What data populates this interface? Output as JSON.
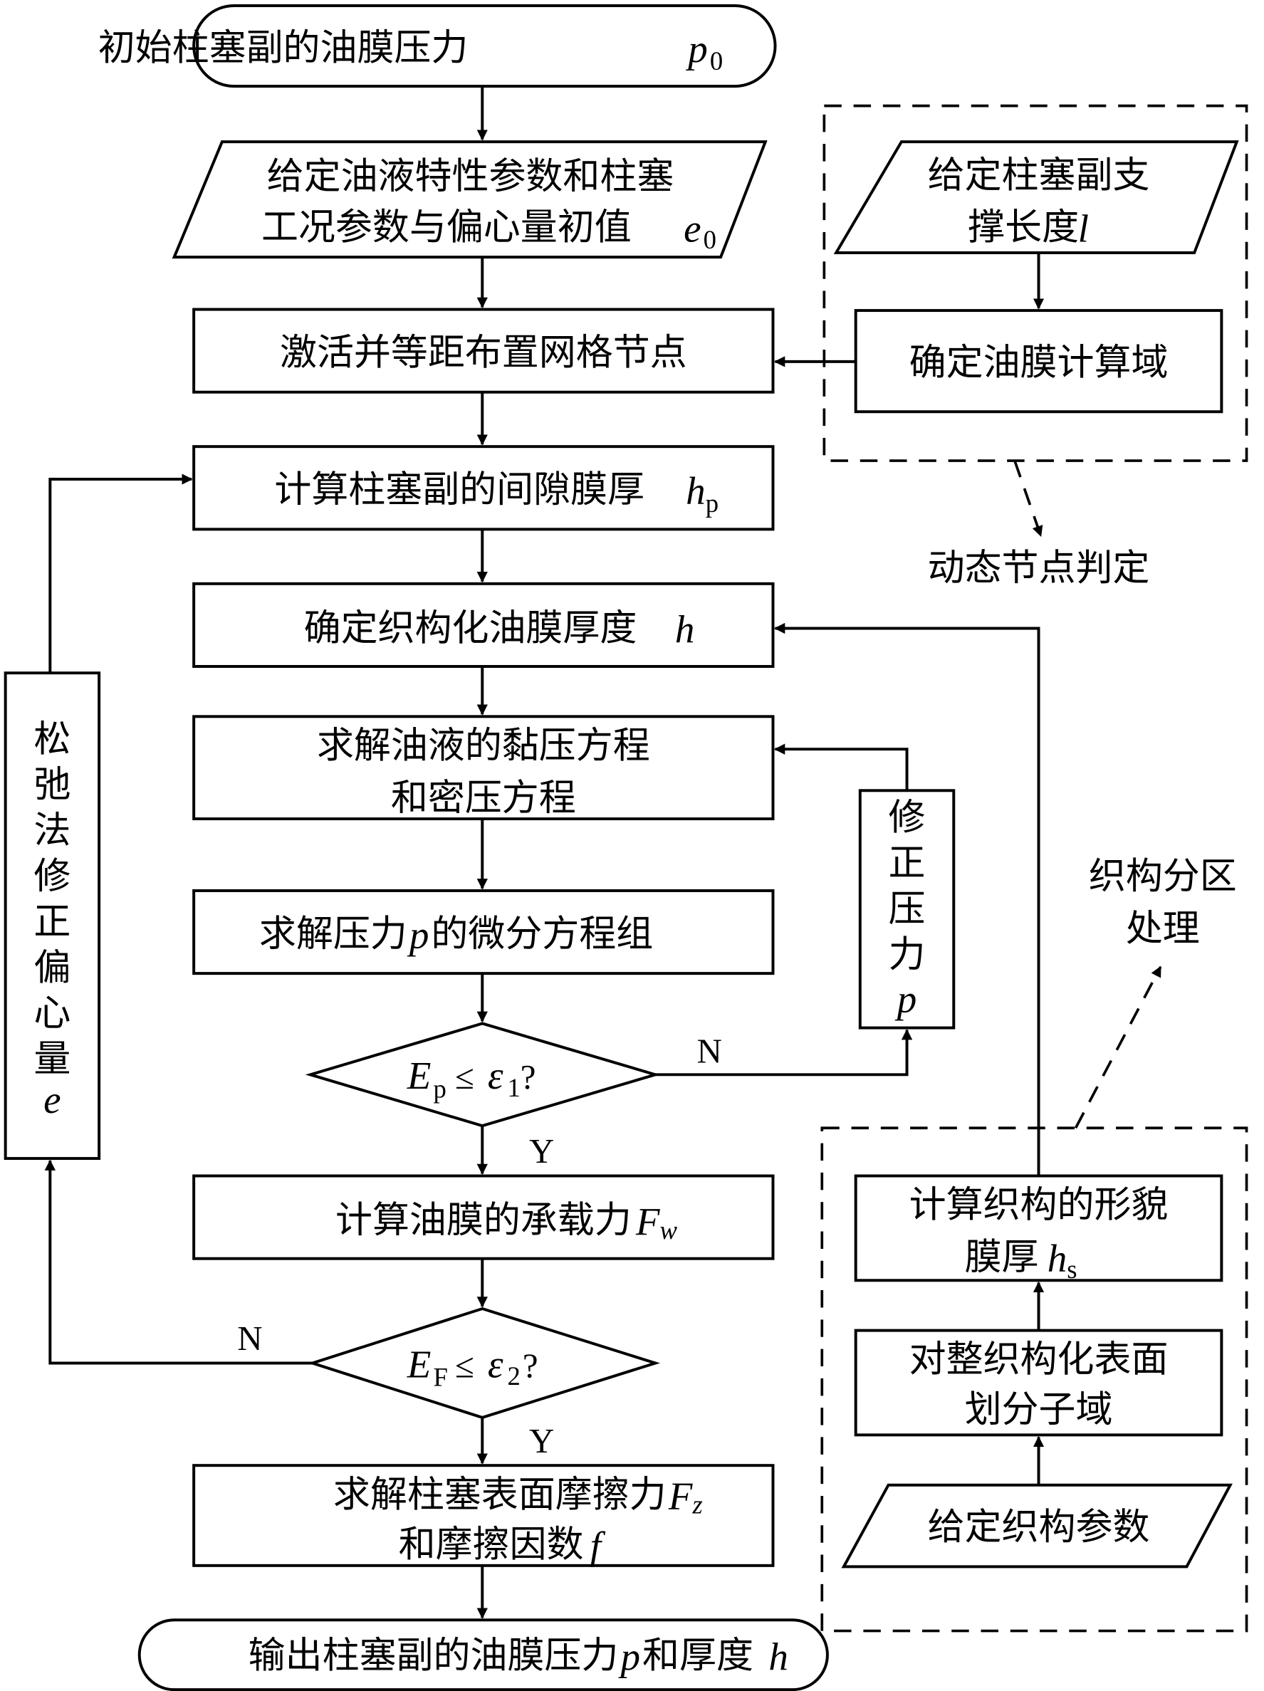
{
  "title": "柱塞副油膜压力计算流程图",
  "nodes": {
    "start": {
      "text": "初始柱塞副的油膜压力",
      "var": "p",
      "sub": "0"
    },
    "input_params": {
      "line1": "给定油液特性参数和柱塞",
      "line2": "工况参数与偏心量初值",
      "var": "e",
      "sub": "0"
    },
    "grid": {
      "text": "激活并等距布置网格节点"
    },
    "gap_thickness": {
      "text": "计算柱塞副的间隙膜厚",
      "var": "h",
      "sub": "p"
    },
    "textured_thickness": {
      "text": "确定织构化油膜厚度",
      "var": "h"
    },
    "viscosity": {
      "line1": "求解油液的黏压方程",
      "line2": "和密压方程"
    },
    "pressure_eq": {
      "pre": "求解压力",
      "var": "p",
      "post": "的微分方程组"
    },
    "decision1": {
      "var": "E",
      "sub": "p",
      "op": "≤",
      "eps": "ε",
      "eps_sub": "1",
      "q": "?"
    },
    "load": {
      "text": "计算油膜的承载力",
      "var": "F",
      "sub": "w"
    },
    "decision2": {
      "var": "E",
      "sub": "F",
      "op": "≤",
      "eps": "ε",
      "eps_sub": "2",
      "q": "?"
    },
    "friction": {
      "line1": "求解柱塞表面摩擦力",
      "var1": "F",
      "sub1": "z",
      "line2": "和摩擦因数",
      "var2": "f"
    },
    "end": {
      "pre": "输出柱塞副的油膜压力",
      "var1": "p",
      "mid": "和厚度",
      "var2": "h"
    },
    "correct_pressure": {
      "chars": [
        "修",
        "正",
        "压",
        "力"
      ],
      "var": "p"
    },
    "relax": {
      "chars": [
        "松",
        "弛",
        "法",
        "修",
        "正",
        "偏",
        "心",
        "量"
      ],
      "var": "e"
    },
    "support_length": {
      "line1": "给定柱塞副支",
      "line2": "撑长度",
      "var": "l"
    },
    "compute_domain": {
      "text": "确定油膜计算域"
    },
    "texture_thickness": {
      "line1": "计算织构的形貌",
      "line2": "膜厚",
      "var": "h",
      "sub": "s"
    },
    "subdomain": {
      "line1": "对整织构化表面",
      "line2": "划分子域"
    },
    "texture_params": {
      "text": "给定织构参数"
    }
  },
  "annotations": {
    "dynamic_node": "动态节点判定",
    "texture_zone": {
      "line1": "织构分区",
      "line2": "处理"
    }
  },
  "branch_labels": {
    "yes": "Y",
    "no": "N"
  }
}
